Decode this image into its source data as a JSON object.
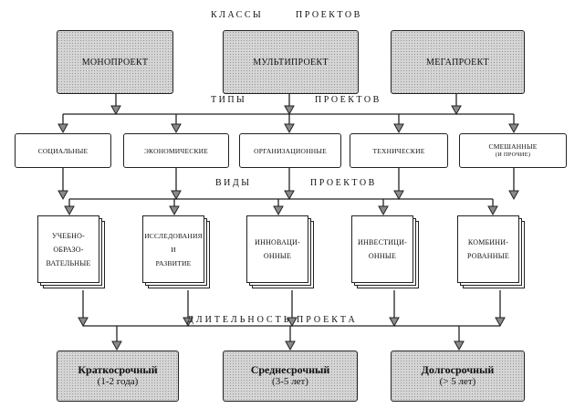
{
  "headers": {
    "classes_word1": "КЛАССЫ",
    "classes_word2": "ПРОЕКТОВ",
    "types_word1": "ТИПЫ",
    "types_word2": "ПРОЕКТОВ",
    "kinds_word1": "ВИДЫ",
    "kinds_word2": "ПРОЕКТОВ",
    "duration": "ДЛИТЕЛЬНОСТЬ ПРОЕКТА"
  },
  "classes": [
    "МОНОПРОЕКТ",
    "МУЛЬТИПРОЕКТ",
    "МЕГАПРОЕКТ"
  ],
  "types": [
    {
      "line1": "СОЦИАЛЬНЫЕ",
      "line2": ""
    },
    {
      "line1": "ЭКОНОМИЧЕСКИЕ",
      "line2": ""
    },
    {
      "line1": "ОРГАНИЗАЦИОННЫЕ",
      "line2": ""
    },
    {
      "line1": "ТЕХНИЧЕСКИЕ",
      "line2": ""
    },
    {
      "line1": "СМЕШАННЫЕ",
      "line2": "(И ПРОЧИЕ)"
    }
  ],
  "kinds": [
    "УЧЕБНО-\nОБРАЗО-\nВАТЕЛЬНЫЕ",
    "ИССЛЕДОВАНИЯ\nИ\nРАЗВИТИЕ",
    "ИННОВАЦИ-\nОННЫЕ",
    "ИНВЕСТИЦИ-\nОННЫЕ",
    "КОМБИНИ-\nРОВАННЫЕ"
  ],
  "durations": [
    {
      "title": "Краткосрочный",
      "sub": "(1-2 года)"
    },
    {
      "title": "Среднесрочный",
      "sub": "(3-5 лет)"
    },
    {
      "title": "Долгосрочный",
      "sub": "(> 5 лет)"
    }
  ],
  "colors": {
    "line": "#222222",
    "shade": "#d6d6d6"
  }
}
